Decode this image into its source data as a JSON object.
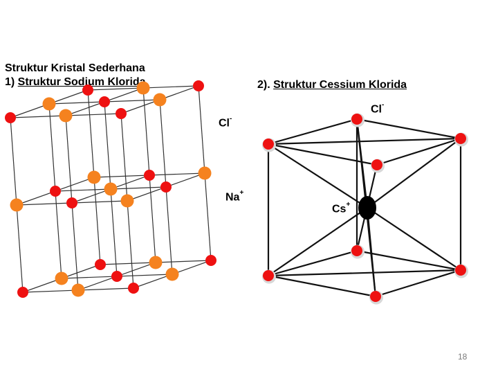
{
  "title": {
    "line1": "Struktur Kristal Sederhana",
    "line2_prefix": "1) ",
    "line2_text": "Struktur Sodium Klorida"
  },
  "cscl_title": {
    "prefix": "2). ",
    "text": "Struktur Cessium Klorida"
  },
  "labels": {
    "cl_left": "Cl",
    "cl_left_charge": "-",
    "na": "Na",
    "na_charge": "+",
    "cl_right": "Cl",
    "cl_right_charge": "-",
    "cs": "Cs",
    "cs_charge": "+"
  },
  "colors": {
    "cl_ion": "#ee1111",
    "na_ion": "#f5821f",
    "cs_ion": "#000000",
    "line": "#333333"
  },
  "page_number": "18"
}
